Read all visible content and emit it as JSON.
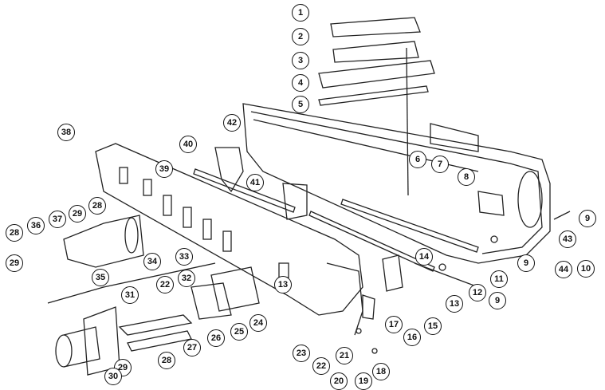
{
  "diagram": {
    "type": "exploded-parts-view",
    "callouts": [
      "1",
      "2",
      "3",
      "4",
      "5",
      "42",
      "38",
      "40",
      "39",
      "41",
      "6",
      "7",
      "8",
      "9",
      "28",
      "29",
      "36",
      "37",
      "28",
      "29",
      "34",
      "33",
      "32",
      "35",
      "43",
      "14",
      "10",
      "44",
      "9",
      "11",
      "12",
      "9",
      "13",
      "15",
      "16",
      "17",
      "13",
      "24",
      "25",
      "26",
      "27",
      "22",
      "31",
      "28",
      "29",
      "30",
      "23",
      "22",
      "21",
      "20",
      "19",
      "18"
    ]
  }
}
